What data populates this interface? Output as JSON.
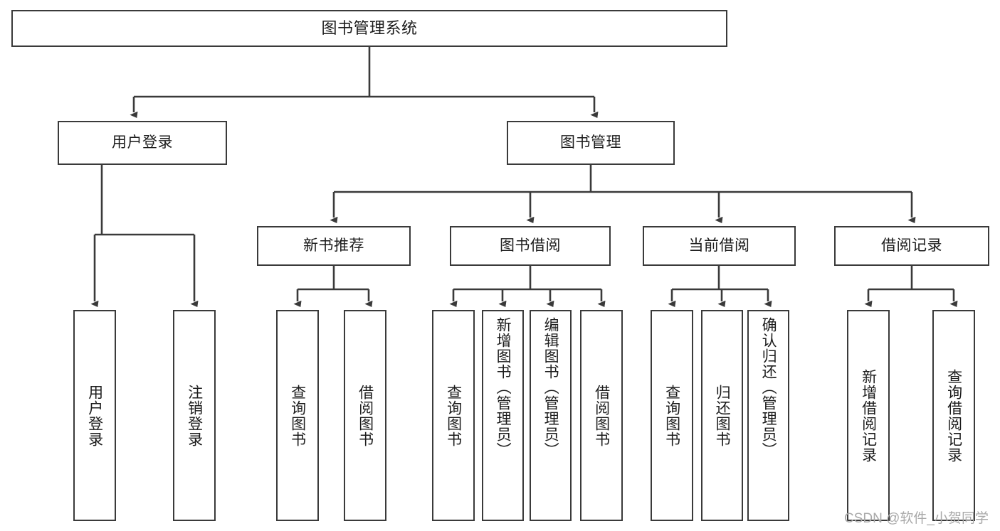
{
  "diagram": {
    "title": "图书管理系统",
    "type": "tree",
    "background_color": "#ffffff",
    "box_border_color": "#3a3a3a",
    "connector_color": "#3a3a3a",
    "text_color": "#1c1c1c"
  },
  "nodes": {
    "root": {
      "id": "root",
      "label": "图书管理系统",
      "level": 1
    },
    "level2": [
      {
        "id": "user-login",
        "label": "用户登录",
        "level": 2
      },
      {
        "id": "book-management",
        "label": "图书管理",
        "level": 2
      }
    ],
    "level3": [
      {
        "id": "new-book-recommend",
        "label": "新书推荐",
        "level": 3,
        "parent": "book-management"
      },
      {
        "id": "book-borrow",
        "label": "图书借阅",
        "level": 3,
        "parent": "book-management"
      },
      {
        "id": "current-borrow",
        "label": "当前借阅",
        "level": 3,
        "parent": "book-management"
      },
      {
        "id": "borrow-record",
        "label": "借阅记录",
        "level": 3,
        "parent": "book-management"
      }
    ],
    "leaves": [
      {
        "id": "leaf-user-login",
        "label": "用户登录",
        "parent": "user-login"
      },
      {
        "id": "leaf-user-logout",
        "label": "注销登录",
        "parent": "user-login"
      },
      {
        "id": "leaf-query-book-1",
        "label": "查询图书",
        "parent": "new-book-recommend"
      },
      {
        "id": "leaf-borrow-book-1",
        "label": "借阅图书",
        "parent": "new-book-recommend"
      },
      {
        "id": "leaf-query-book-2",
        "label": "查询图书",
        "parent": "book-borrow"
      },
      {
        "id": "leaf-add-book",
        "label": "新增图书（管理员）",
        "parent": "book-borrow"
      },
      {
        "id": "leaf-edit-book",
        "label": "编辑图书（管理员）",
        "parent": "book-borrow"
      },
      {
        "id": "leaf-borrow-book-2",
        "label": "借阅图书",
        "parent": "book-borrow"
      },
      {
        "id": "leaf-query-book-3",
        "label": "查询图书",
        "parent": "current-borrow"
      },
      {
        "id": "leaf-return-book",
        "label": "归还图书",
        "parent": "current-borrow"
      },
      {
        "id": "leaf-confirm-return",
        "label": "确认归还（管理员）",
        "parent": "current-borrow"
      },
      {
        "id": "leaf-add-record",
        "label": "新增借阅记录",
        "parent": "borrow-record"
      },
      {
        "id": "leaf-query-record",
        "label": "查询借阅记录",
        "parent": "borrow-record"
      }
    ]
  },
  "watermark": {
    "text": "CSDN @软件_小贺同学",
    "color": "#a9a9a9"
  }
}
